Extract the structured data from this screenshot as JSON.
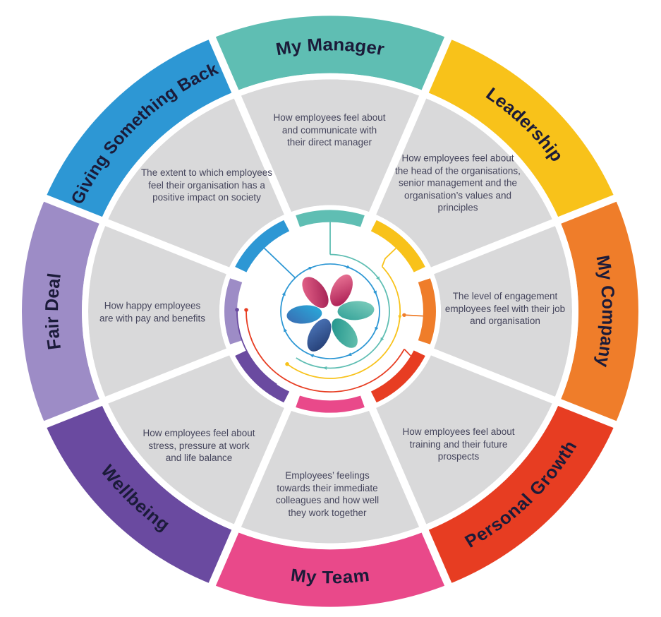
{
  "segments": [
    {
      "id": "my-manager",
      "label": "My Manager",
      "color": "#5fbeb3",
      "description": "How employees feel about\nand communicate with\ntheir direct manager"
    },
    {
      "id": "leadership",
      "label": "Leadership",
      "color": "#f8c21a",
      "description": "How employees feel about\nthe head of the organisations,\nsenior management and the\norganisation’s values and\nprinciples"
    },
    {
      "id": "my-company",
      "label": "My Company",
      "color": "#ef7d2a",
      "description": "The level of engagement\nemployees feel with their job\nand organisation"
    },
    {
      "id": "personal-growth",
      "label": "Personal Growth",
      "color": "#e73d22",
      "description": "How employees feel about\ntraining and their future\nprospects"
    },
    {
      "id": "my-team",
      "label": "My Team",
      "color": "#e9498a",
      "description": "Employees’ feelings\ntowards their immediate\ncolleagues and how well\nthey work together"
    },
    {
      "id": "wellbeing",
      "label": "Wellbeing",
      "color": "#6a4aa0",
      "description": "How employees feel about\nstress, pressure at work\nand life balance"
    },
    {
      "id": "fair-deal",
      "label": "Fair Deal",
      "color": "#9d8cc6",
      "description": "How happy employees\nare with pay and benefits"
    },
    {
      "id": "giving-back",
      "label": "Giving Something Back",
      "color": "#2d97d4",
      "description": "The extent to which employees\nfeel their organisation has a\npositive impact on society"
    }
  ],
  "ui": {
    "background": "#ffffff",
    "wedge_color": "#d9d9da",
    "label_text_color": "#1b1b39",
    "description_text_color": "#45455c",
    "logo_colors": {
      "pink_light": "#f07e9d",
      "pink_dark": "#9c1a4e",
      "teal_light": "#83d0bf",
      "teal_dark": "#27988f",
      "blue_light": "#4e79bd",
      "blue_dark": "#21396f",
      "cyan": "#2aa5d7"
    }
  }
}
